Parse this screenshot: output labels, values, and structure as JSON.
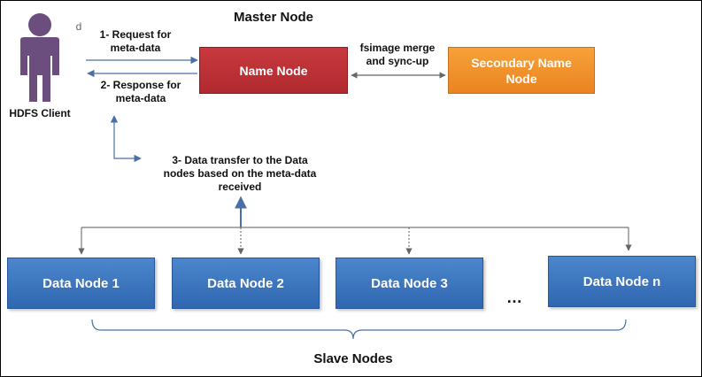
{
  "diagram": {
    "title": "Master Node",
    "client": {
      "label": "HDFS Client",
      "badge": "d"
    },
    "name_node": "Name Node",
    "secondary_name_node": "Secondary Name\nNode",
    "arrows": {
      "request": "1- Request for\nmeta-data",
      "response": "2- Response for\nmeta-data",
      "sync": "fsimage merge\nand sync-up",
      "transfer": "3- Data  transfer to the Data\nnodes based on the meta-data\nreceived"
    },
    "data_nodes": [
      "Data Node 1",
      "Data Node 2",
      "Data Node 3",
      "Data Node n"
    ],
    "ellipsis": "…",
    "footer": "Slave Nodes"
  },
  "colors": {
    "name_node": "#b8323a",
    "secondary_name_node": "#f0922c",
    "data_node": "#3b74be",
    "client": "#6b4e7e",
    "arrow": "#4a6fa5"
  },
  "icons": {
    "client": "person-icon"
  }
}
